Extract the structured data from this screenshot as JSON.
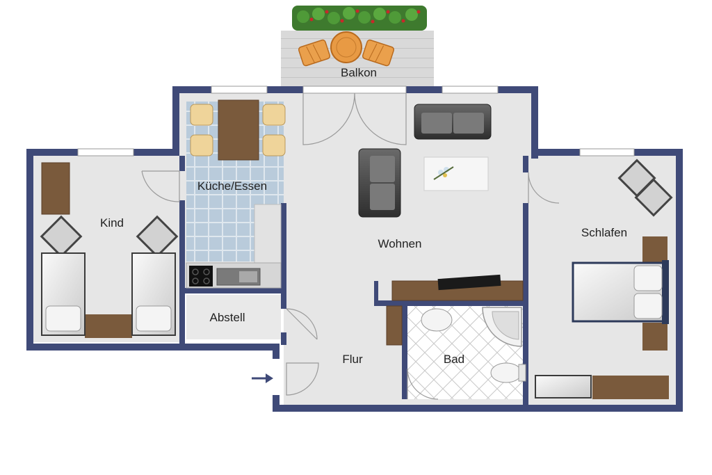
{
  "rooms": {
    "balkon": "Balkon",
    "kueche": "Küche/Essen",
    "kind": "Kind",
    "wohnen": "Wohnen",
    "schlafen": "Schlafen",
    "abstell": "Abstell",
    "bad": "Bad",
    "flur": "Flur"
  },
  "icons": {
    "entrance": "entrance-arrow-icon"
  },
  "colors": {
    "wall": "#3f4a78",
    "floor": "#e6e6e6",
    "kitchen_tile": "#b5c8d8",
    "wood": "#7a5a3c",
    "sofa": "#4a4a4a",
    "window": "#ffffff",
    "balcony_deck": "#d7d7d7"
  }
}
